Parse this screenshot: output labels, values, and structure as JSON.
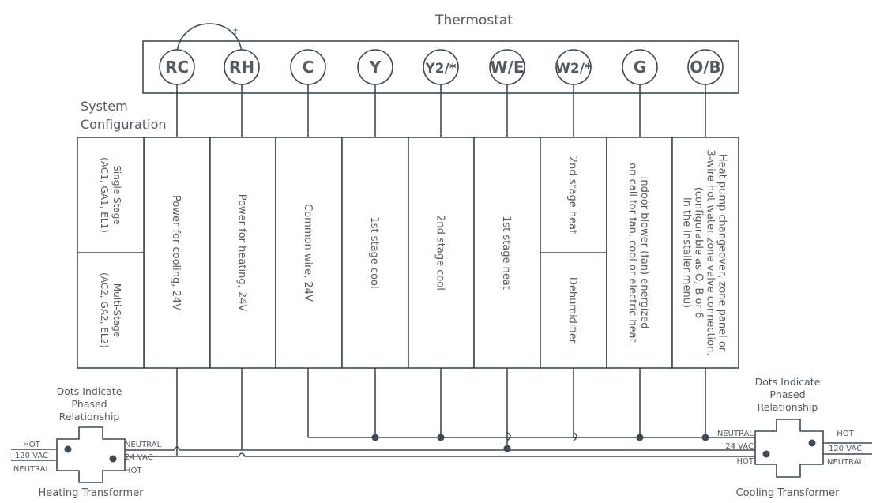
{
  "title": "Thermostat",
  "jumper_mark": "†",
  "terminals": [
    "RC",
    "RH",
    "C",
    "Y",
    "Y2/*",
    "W/E",
    "W2/*",
    "G",
    "O/B"
  ],
  "system_config_label": [
    "System",
    "Configuration"
  ],
  "config_rows": {
    "single": [
      "Single Stage",
      "(AC1, GA1, EL1)"
    ],
    "multi": [
      "Multi-Stage",
      "(AC2, GA2, EL2)"
    ]
  },
  "descriptions": [
    {
      "lines": [
        "Power for cooling, 24V"
      ]
    },
    {
      "lines": [
        "Power for heating, 24V"
      ]
    },
    {
      "lines": [
        "Common wire, 24V"
      ]
    },
    {
      "lines": [
        "1st stage cool"
      ]
    },
    {
      "lines": [
        "2nd stage cool"
      ]
    },
    {
      "lines": [
        "1st stage heat"
      ]
    },
    {
      "single": [
        "2nd stage heat"
      ],
      "multi": [
        "Dehumidifier"
      ]
    },
    {
      "lines": [
        "Indoor blower (fan) energized",
        "on call for fan, cool or electric heat"
      ]
    },
    {
      "lines": [
        "Heat pump changeover, zone panel or",
        "3-wire hot water zone valve connection.",
        "(configurable as O, B or 6",
        "in the installer menu)"
      ]
    }
  ],
  "heating_transformer": {
    "caption": "Heating Transformer",
    "dots_note": [
      "Dots Indicate",
      "Phased",
      "Relationship"
    ],
    "left_labels": [
      "HOT",
      "120 VAC",
      "NEUTRAL"
    ],
    "right_labels": [
      "NEUTRAL",
      "24 VAC",
      "HOT"
    ]
  },
  "cooling_transformer": {
    "caption": "Cooling Transformer",
    "dots_note": [
      "Dots Indicate",
      "Phased",
      "Relationship"
    ],
    "left_labels": [
      "NEUTRAL",
      "24 VAC",
      "HOT"
    ],
    "right_labels": [
      "HOT",
      "120 VAC",
      "NEUTRAL"
    ]
  }
}
